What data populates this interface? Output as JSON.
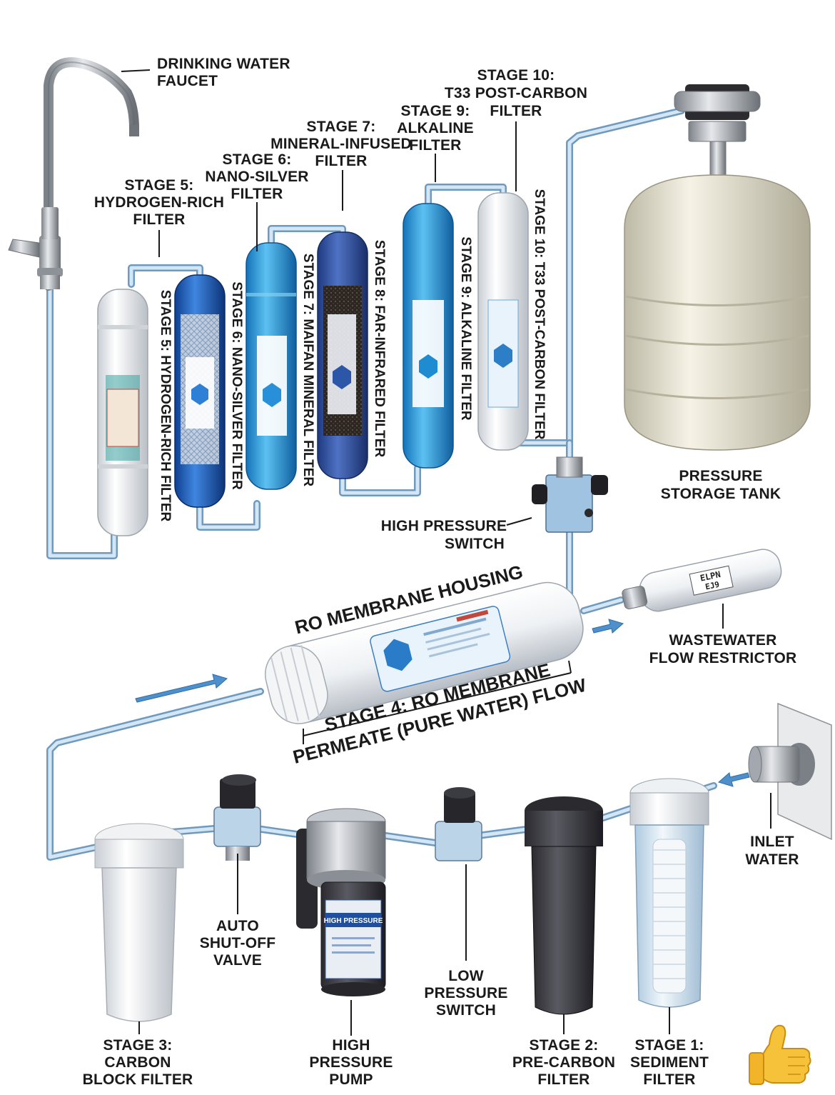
{
  "labels": {
    "faucet": [
      "DRINKING WATER",
      "FAUCET"
    ],
    "stage10_top": [
      "STAGE 10:",
      "T33 POST-CARBON",
      "FILTER"
    ],
    "stage9_top": [
      "STAGE 9:",
      "ALKALINE",
      "FILTER"
    ],
    "stage7_top": [
      "STAGE 7:",
      "MINERAL-INFUSED",
      "FILTER"
    ],
    "stage6_top": [
      "STAGE 6:",
      "NANO-SILVER",
      "FILTER"
    ],
    "stage5_top": [
      "STAGE 5:",
      "HYDROGEN-RICH",
      "FILTER"
    ],
    "stage5_side": "STAGE 5: HYDROGEN-RICH FILTER",
    "stage6_side": "STAGE 6: NANO-SILVER FILTER",
    "stage7_side": "STAGE 7: MAIFAN MINERAL FILTER",
    "stage8_side": "STAGE 8: FAR-INFRARED FILTER",
    "stage9_side": "STAGE 9: ALKALINE FILTER",
    "stage10_side": "STAGE 10: T33 POST-CARBON FILTER",
    "tank": [
      "PRESSURE",
      "STORAGE TANK"
    ],
    "hp_switch": [
      "HIGH PRESSURE",
      "SWITCH"
    ],
    "ro_housing": "RO MEMBRANE HOUSING",
    "stage4": "STAGE 4: RO MEMBRANE",
    "permeate": "PERMEATE (PURE WATER) FLOW",
    "restrictor": [
      "WASTEWATER",
      "FLOW RESTRICTOR"
    ],
    "restrictor_tag": [
      "ELPN",
      "EJ9"
    ],
    "inlet": [
      "INLET",
      "WATER"
    ],
    "auto_valve": [
      "AUTO",
      "SHUT-OFF",
      "VALVE"
    ],
    "lp_switch": [
      "LOW",
      "PRESSURE",
      "SWITCH"
    ],
    "stage3": [
      "STAGE 3:",
      "CARBON",
      "BLOCK FILTER"
    ],
    "pump": [
      "HIGH",
      "PRESSURE",
      "PUMP"
    ],
    "stage2": [
      "STAGE 2:",
      "PRE-CARBON",
      "FILTER"
    ],
    "stage1": [
      "STAGE 1:",
      "SEDIMENT",
      "FILTER"
    ],
    "pump_tag": [
      "HIGH PRESSURE"
    ]
  },
  "colors": {
    "tube": "#6f99bd",
    "white_filter": "#eef0f2",
    "deep_blue_filter": "#1f5fb8",
    "light_blue_filter": "#2f9ad6",
    "navy_filter": "#2e4f9c",
    "tank": "#e8e4d2",
    "arrow": "#4d90cc"
  },
  "icons": {
    "thumbs_up": "thumbs-up-icon",
    "flow_arrow": "flow-arrow-icon"
  }
}
